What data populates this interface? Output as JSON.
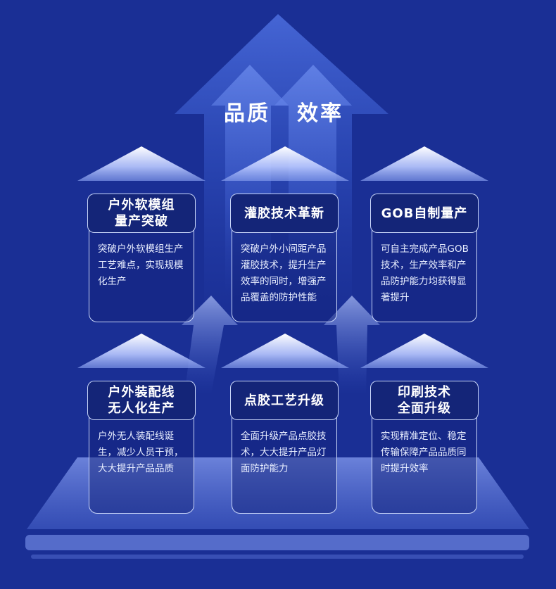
{
  "top_labels": {
    "quality": "品质",
    "efficiency": "效率"
  },
  "cards": [
    {
      "title": "户外软模组\n量产突破",
      "body": "突破户外软模组生产工艺难点，实现规模化生产"
    },
    {
      "title": "灌胶技术革新",
      "body": "突破户外小间距产品灌胶技术，提升生产效率的同时，增强产品覆盖的防护性能"
    },
    {
      "title": "GOB自制量产",
      "body": "可自主完成产品GOB技术，生产效率和产品防护能力均获得显著提升"
    },
    {
      "title": "户外装配线\n无人化生产",
      "body": "户外无人装配线诞生，减少人员干预，大大提升产品品质"
    },
    {
      "title": "点胶工艺升级",
      "body": "全面升级产品点胶技术，大大提升产品灯面防护能力"
    },
    {
      "title": "印刷技术\n全面升级",
      "body": "实现精准定位、稳定传输保障产品品质同时提升效率"
    }
  ],
  "icons": [
    "big-up-arrow-icon",
    "up-arrow-icon",
    "roof-arrow-icon"
  ],
  "colors": {
    "background": "#1a2f95",
    "card_header": "#142578",
    "text": "#ffffff",
    "border": "#d2deff"
  }
}
